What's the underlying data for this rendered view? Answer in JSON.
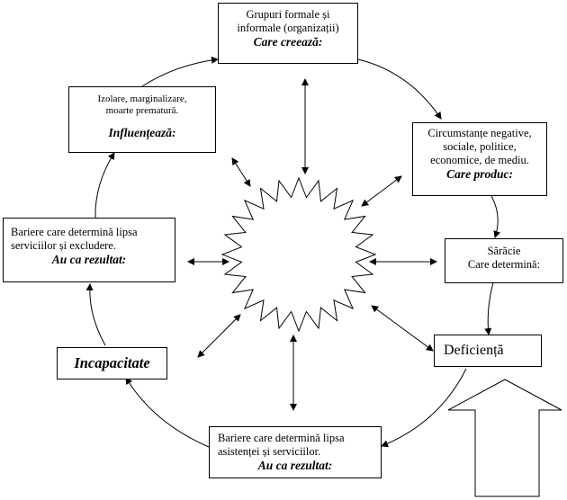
{
  "nodes": {
    "grupuri": {
      "lines": [
        "Grupuri formale și",
        "informale (organizații)"
      ],
      "emphasis": "Care creează:"
    },
    "circumstante": {
      "lines": [
        "Circumstanțe negative,",
        "sociale, politice,",
        "economice, de mediu."
      ],
      "emphasis": "Care produc:"
    },
    "saracie": {
      "lines": [
        "Sărăcie",
        "Care determină:"
      ]
    },
    "deficienta": {
      "label": "Deficiență"
    },
    "bariere_asistenta": {
      "lines": [
        "Bariere care determină lipsa",
        "asistenței și serviciilor."
      ],
      "emphasis": "Au ca rezultat:"
    },
    "incapacitate": {
      "label": "Incapacitate"
    },
    "bariere_servicii": {
      "lines": [
        "Bariere care determină lipsa",
        "serviciilor și excludere."
      ],
      "emphasis": "Au ca rezultat:"
    },
    "izolare": {
      "lines": [
        "Izolare, marginalizare,",
        "moarte prematură."
      ],
      "emphasis": "Influențează:"
    }
  }
}
